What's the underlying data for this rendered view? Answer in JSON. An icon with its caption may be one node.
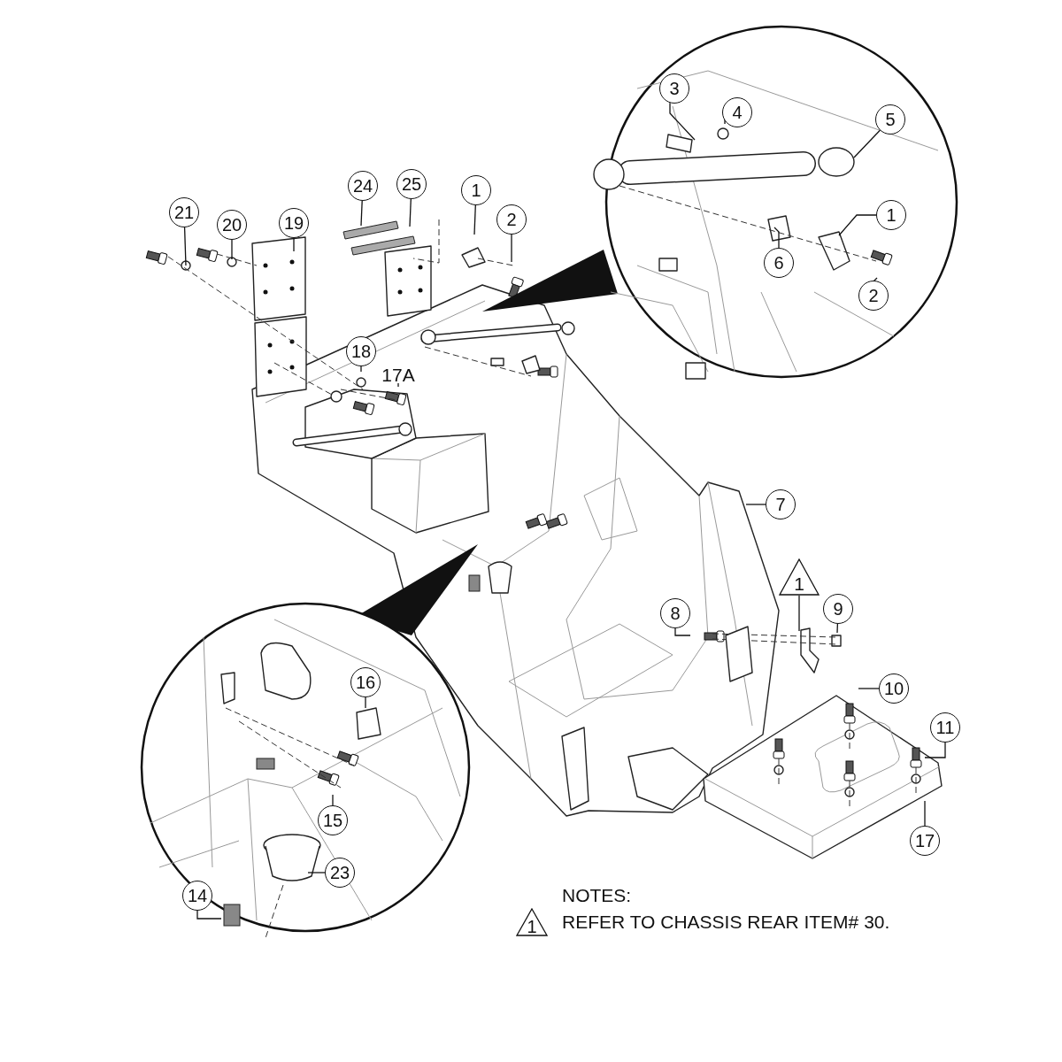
{
  "diagram": {
    "nodes": [
      {
        "text": [
          "3"
        ]
      },
      {
        "text": [
          "4"
        ]
      },
      {
        "text": [
          "5"
        ]
      },
      {
        "text": [
          "24"
        ]
      },
      {
        "text": [
          "25"
        ]
      },
      {
        "text": [
          "1"
        ]
      },
      {
        "text": [
          "21"
        ]
      },
      {
        "text": [
          "20"
        ]
      },
      {
        "text": [
          "19"
        ]
      },
      {
        "text": [
          "2"
        ]
      },
      {
        "text": [
          "1"
        ]
      },
      {
        "text": [
          "6"
        ]
      },
      {
        "text": [
          "2"
        ]
      },
      {
        "text": [
          "18"
        ]
      },
      {
        "text": [
          "17A"
        ]
      },
      {
        "text": [
          "7"
        ]
      },
      {
        "text": [
          "1"
        ]
      },
      {
        "text": [
          "9"
        ]
      },
      {
        "text": [
          "8"
        ]
      },
      {
        "text": [
          "16"
        ]
      },
      {
        "text": [
          "10"
        ]
      },
      {
        "text": [
          "11"
        ]
      },
      {
        "text": [
          "15"
        ]
      },
      {
        "text": [
          "17"
        ]
      },
      {
        "text": [
          "23"
        ]
      },
      {
        "text": [
          "14"
        ]
      },
      {
        "text": [
          "1"
        ],
        "beside": [
          "REFER TO CHASSIS REAR ITEM# 30."
        ]
      }
    ],
    "edges": [
      {
        "from": 0,
        "to": null,
        "arrow": "none"
      },
      {
        "from": 1,
        "to": null,
        "arrow": "none"
      },
      {
        "from": 2,
        "to": null,
        "arrow": "none"
      },
      {
        "from": 3,
        "to": null,
        "arrow": "none"
      },
      {
        "from": 4,
        "to": null,
        "arrow": "none"
      },
      {
        "from": 5,
        "to": null,
        "arrow": "none"
      },
      {
        "from": 6,
        "to": null,
        "arrow": "none"
      },
      {
        "from": 7,
        "to": null,
        "arrow": "none"
      },
      {
        "from": 8,
        "to": null,
        "arrow": "none"
      },
      {
        "from": 9,
        "to": null,
        "arrow": "none"
      },
      {
        "from": 10,
        "to": null,
        "arrow": "none"
      },
      {
        "from": 11,
        "to": null,
        "arrow": "none"
      },
      {
        "from": 12,
        "to": null,
        "arrow": "none"
      },
      {
        "from": 13,
        "to": null,
        "arrow": "none"
      },
      {
        "from": 14,
        "to": null,
        "arrow": "none"
      },
      {
        "from": 15,
        "to": null,
        "arrow": "none"
      },
      {
        "from": 16,
        "to": null,
        "arrow": "none"
      },
      {
        "from": 17,
        "to": null,
        "arrow": "none"
      },
      {
        "from": 18,
        "to": null,
        "arrow": "none"
      },
      {
        "from": 19,
        "to": null,
        "arrow": "none"
      },
      {
        "from": 20,
        "to": null,
        "arrow": "none"
      },
      {
        "from": 21,
        "to": null,
        "arrow": "none"
      },
      {
        "from": 22,
        "to": null,
        "arrow": "none"
      },
      {
        "from": 23,
        "to": null,
        "arrow": "none"
      },
      {
        "from": 24,
        "to": null,
        "arrow": "none"
      },
      {
        "from": 25,
        "to": null,
        "arrow": "none"
      }
    ],
    "labels": [
      "NOTES:"
    ]
  }
}
